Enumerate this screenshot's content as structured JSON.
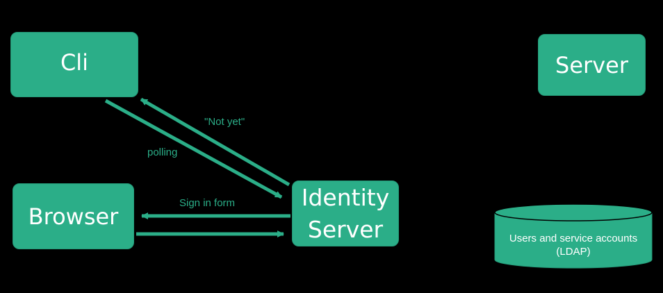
{
  "colors": {
    "background": "#000000",
    "node_fill": "#2bae88",
    "arrow": "#2bae88",
    "label_text": "#2bae88",
    "node_text": "#ffffff"
  },
  "nodes": {
    "cli": "Cli",
    "server": "Server",
    "browser": "Browser",
    "identity_server": "Identity\nServer",
    "user_store": {
      "label": "Users and service accounts",
      "sublabel": "(LDAP)"
    }
  },
  "edges": [
    {
      "from": "cli",
      "to": "identity_server",
      "label": "polling"
    },
    {
      "from": "identity_server",
      "to": "cli",
      "label": "\"Not yet\""
    },
    {
      "from": "identity_server",
      "to": "browser",
      "label": "Sign in form"
    },
    {
      "from": "browser",
      "to": "identity_server",
      "label": ""
    }
  ]
}
